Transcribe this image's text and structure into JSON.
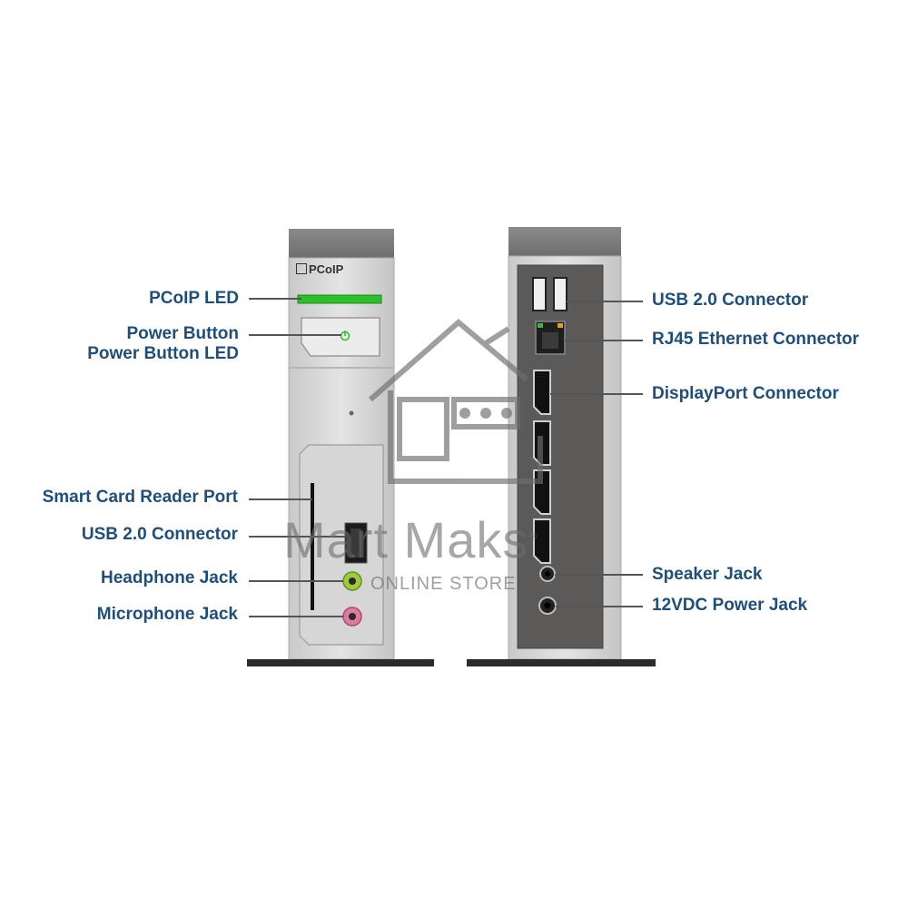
{
  "front": {
    "brand": "PCoIP",
    "labels": {
      "pcoip_led": "PCoIP LED",
      "power_button": "Power Button",
      "power_button_led": "Power Button LED",
      "smart_card": "Smart Card Reader Port",
      "usb": "USB 2.0 Connector",
      "headphone": "Headphone Jack",
      "microphone": "Microphone Jack"
    }
  },
  "rear": {
    "labels": {
      "usb": "USB 2.0 Connector",
      "rj45": "RJ45 Ethernet Connector",
      "displayport": "DisplayPort Connector",
      "speaker": "Speaker Jack",
      "power": "12VDC Power Jack"
    }
  },
  "watermark": {
    "name": "Mart Maks",
    "registered": "®",
    "tagline": "ONLINE STORE"
  },
  "colors": {
    "label": "#1f4e79",
    "led_green": "#2bbf2b",
    "headphone_jack": "#9ccc3c",
    "mic_jack": "#e07aa0"
  }
}
